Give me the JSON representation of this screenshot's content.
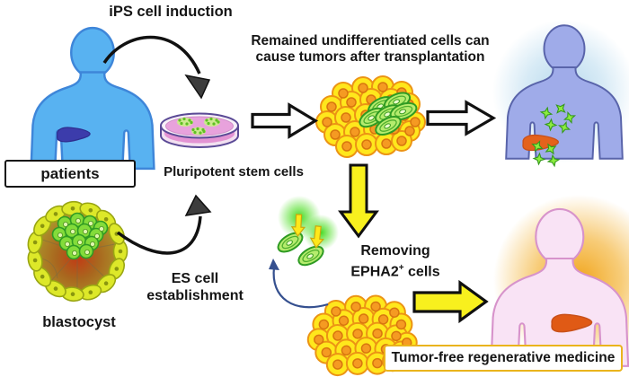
{
  "labels": {
    "ips_induction": "iPS cell induction",
    "warning_line1": "Remained undifferentiated cells can",
    "warning_line2": "cause tumors after transplantation",
    "patients": "patients",
    "pluripotent_stem_cells": "Pluripotent stem cells",
    "es_line1": "ES cell",
    "es_line2": "establishment",
    "blastocyst": "blastocyst",
    "removing_line1": "Removing",
    "epha2": "EPHA2",
    "epha2_sup": "+",
    "epha2_cells_suffix": " cells",
    "tumor_free": "Tumor-free regenerative medicine"
  },
  "colors": {
    "background": "#ffffff",
    "patient_body": "#58b2f1",
    "patient_outline": "#3e86d9",
    "diseased_liver": "#3c3cab",
    "transplanted_body": "#9fabe9",
    "transplanted_glow": "#add3ea",
    "cured_body": "#f9e3f5",
    "cured_glow": "#f0a010",
    "healthy_liver": "#e4621c",
    "stem_cell_yellow": "#ffe71c",
    "stem_cell_nucleus": "#f59a22",
    "undifferentiated_cell_green": "#b5ec6d",
    "tumor_cell_green": "#8ded3f",
    "dish_medium_pink": "#e8a2dc",
    "dish_rim_purple": "#5b4a96",
    "arrow_yellow": "#f8f01e",
    "arrow_outline_black": "#111111",
    "removal_arrow_blue": "#35508f",
    "label_box_gold_border": "#eab41d"
  },
  "icons": {
    "patient-figure": "blue human silhouette with diseased dark liver",
    "petri-dish": "culture dish with green stem cell colonies",
    "undiff-cell-cluster": "cell mass containing green undifferentiated cells",
    "pure-cell-cluster": "cell mass after removal of undifferentiated cells",
    "blastocyst-figure": "blastocyst with inner cell mass",
    "epha2-cells": "glowing labeled cells being removed",
    "tumor-patient-figure": "transplanted patient with green tumors",
    "cured-patient-figure": "tumor-free patient with healthy liver"
  }
}
